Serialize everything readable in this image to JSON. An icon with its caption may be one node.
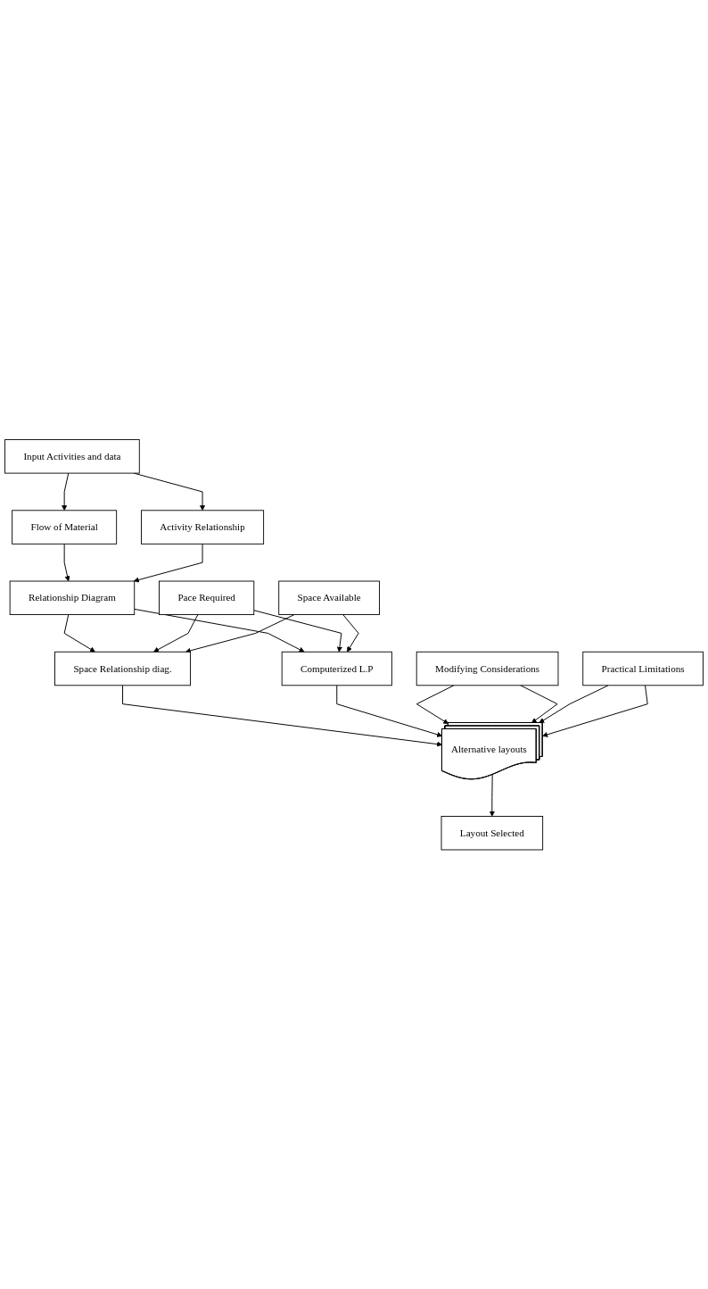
{
  "diagram": {
    "nodes": [
      {
        "text": [
          "Input Activities and data"
        ]
      },
      {
        "text": [
          "Flow of Material"
        ]
      },
      {
        "text": [
          "Activity Relationship"
        ]
      },
      {
        "text": [
          "Relationship Diagram"
        ]
      },
      {
        "text": [
          "Pace Required"
        ]
      },
      {
        "text": [
          "Space Available"
        ]
      },
      {
        "text": [
          "Space Relationship diag."
        ]
      },
      {
        "text": [
          "Computerized L.P"
        ]
      },
      {
        "text": [
          "Modifying Considerations"
        ]
      },
      {
        "text": [
          "Practical Limitations"
        ]
      },
      {
        "text": [
          "Alternative layouts"
        ]
      },
      {
        "text": [
          "Layout Selected"
        ]
      }
    ],
    "edges": [
      {
        "from": 0,
        "to": 1,
        "arrow": "to"
      },
      {
        "from": 0,
        "to": 2,
        "arrow": "to"
      },
      {
        "from": 1,
        "to": 3,
        "arrow": "to"
      },
      {
        "from": 2,
        "to": 3,
        "arrow": "to"
      },
      {
        "from": 3,
        "to": 6,
        "arrow": "to"
      },
      {
        "from": 3,
        "to": 7,
        "arrow": "to"
      },
      {
        "from": 4,
        "to": 6,
        "arrow": "to"
      },
      {
        "from": 4,
        "to": 7,
        "arrow": "to"
      },
      {
        "from": 5,
        "to": 6,
        "arrow": "to"
      },
      {
        "from": 5,
        "to": 7,
        "arrow": "to"
      },
      {
        "from": 6,
        "to": 10,
        "arrow": "to"
      },
      {
        "from": 7,
        "to": 10,
        "arrow": "to"
      },
      {
        "from": 8,
        "to": 10,
        "arrow": "to"
      },
      {
        "from": 8,
        "to": 10,
        "arrow": "to"
      },
      {
        "from": 9,
        "to": 10,
        "arrow": "to"
      },
      {
        "from": 9,
        "to": 10,
        "arrow": "to"
      },
      {
        "from": 10,
        "to": 11,
        "arrow": "to"
      }
    ]
  }
}
